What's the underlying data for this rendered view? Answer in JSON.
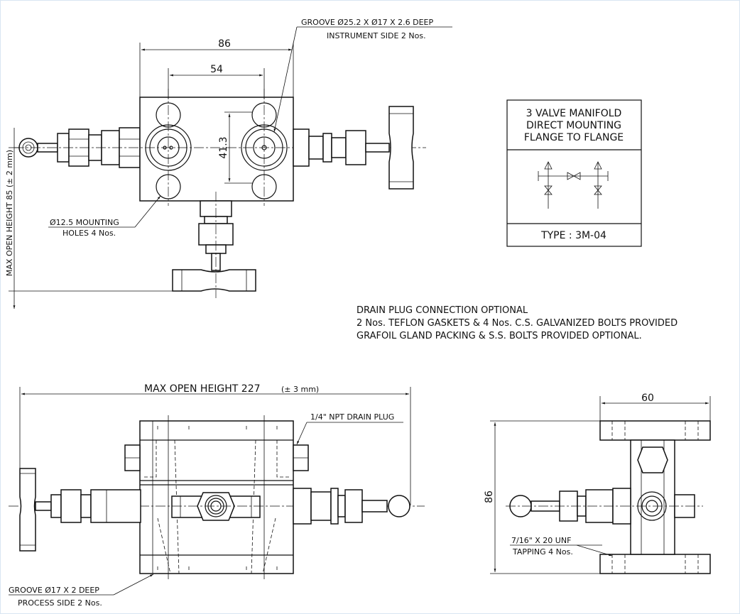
{
  "top_view": {
    "dim_86": "86",
    "dim_54": "54",
    "dim_41_3": "41.3",
    "groove_note_line1": "GROOVE Ø25.2 X Ø17 X 2.6 DEEP",
    "groove_note_line2": "INSTRUMENT SIDE 2 Nos.",
    "mounting_note_line1": "Ø12.5 MOUNTING",
    "mounting_note_line2": "HOLES 4 Nos.",
    "max_open_height": "MAX OPEN HEIGHT 85 (± 2 mm)"
  },
  "title_block": {
    "line1": "3 VALVE MANIFOLD",
    "line2": "DIRECT MOUNTING",
    "line3": "FLANGE TO FLANGE",
    "type": "TYPE : 3M-04"
  },
  "notes": [
    "DRAIN PLUG CONNECTION OPTIONAL",
    "2 Nos. TEFLON GASKETS & 4 Nos. C.S. GALVANIZED BOLTS PROVIDED",
    "GRAFOIL GLAND PACKING & S.S. BOLTS PROVIDED OPTIONAL."
  ],
  "front_view": {
    "max_open_height": "MAX OPEN HEIGHT 227",
    "tolerance": "(± 3 mm)",
    "drain_plug": "1/4\" NPT DRAIN PLUG",
    "groove_line1": "GROOVE Ø17 X 2 DEEP",
    "groove_line2": "PROCESS SIDE 2 Nos."
  },
  "side_view": {
    "dim_60": "60",
    "dim_86": "86",
    "tapping_line1": "7/16\" X 20 UNF",
    "tapping_line2": "TAPPING 4 Nos."
  }
}
